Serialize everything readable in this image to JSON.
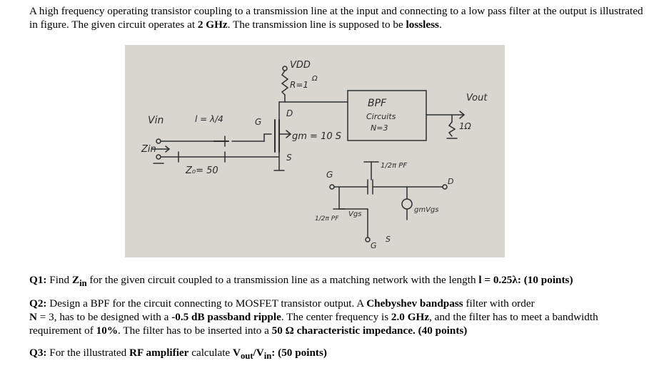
{
  "intro": {
    "part1": "A high frequency operating transistor coupling to a transmission line at the input and connecting to a low pass filter at the output is illustrated in figure. The given circuit operates at ",
    "freq": "2 GHz",
    "part2": ". The transmission line is supposed to be ",
    "lossless": "lossless",
    "part3": "."
  },
  "figure": {
    "vdd": "VDD",
    "r_label": "R=1",
    "ohm_small": "Ω",
    "vin": "Vin",
    "zin": "Zin",
    "length": "l = λ/4",
    "z0": "Z₀= 50",
    "g_top": "G",
    "d_top": "D",
    "s_top": "S",
    "gm": "gm = 10 S",
    "bpf_title": "BPF",
    "bpf_circuits": "Circuits",
    "bpf_n": "N=3",
    "vout": "Vout",
    "r_load": "1Ω",
    "cap_pf": "1/2π PF",
    "g_bottom": "G",
    "cap_g": "1/2π PF",
    "vgs": "Vgs",
    "gm_vgs": "gmVgs",
    "d_bottom": "D",
    "s_bottom": "S",
    "g_under": "G"
  },
  "q1": {
    "label": "Q1:",
    "text_a": " Find ",
    "zin_z": "Z",
    "zin_sub": "in",
    "text_b": " for the given circuit coupled to a transmission line as a matching network with the length ",
    "len": "l = 0.25λ:",
    "points": " (10 points)"
  },
  "q2": {
    "label": "Q2:",
    "text_a": " Design a BPF for the circuit connecting to MOSFET transistor output. A ",
    "cheb": "Chebyshev bandpass",
    "text_b": " filter with order ",
    "n3": "N",
    "text_c": " = 3, has to be designed with a ",
    "ripple": "-0.5 dB passband ripple",
    "text_d": ". The center frequency is ",
    "cf": "2.0 GHz",
    "text_e": ", and the filter has to meet a bandwidth requirement of ",
    "bw": "10%",
    "text_f": ". The filter has to be inserted into a ",
    "imp": "50 Ω characteristic impedance.",
    "points": " (40 points)"
  },
  "q3": {
    "label": "Q3:",
    "text_a": " For the illustrated ",
    "rf": "RF amplifier",
    "text_b": " calculate ",
    "v": "V",
    "vout_sub": "out",
    "slash": "/V",
    "vin_sub": "in",
    "colon": ":",
    "points": " (50 points)"
  }
}
